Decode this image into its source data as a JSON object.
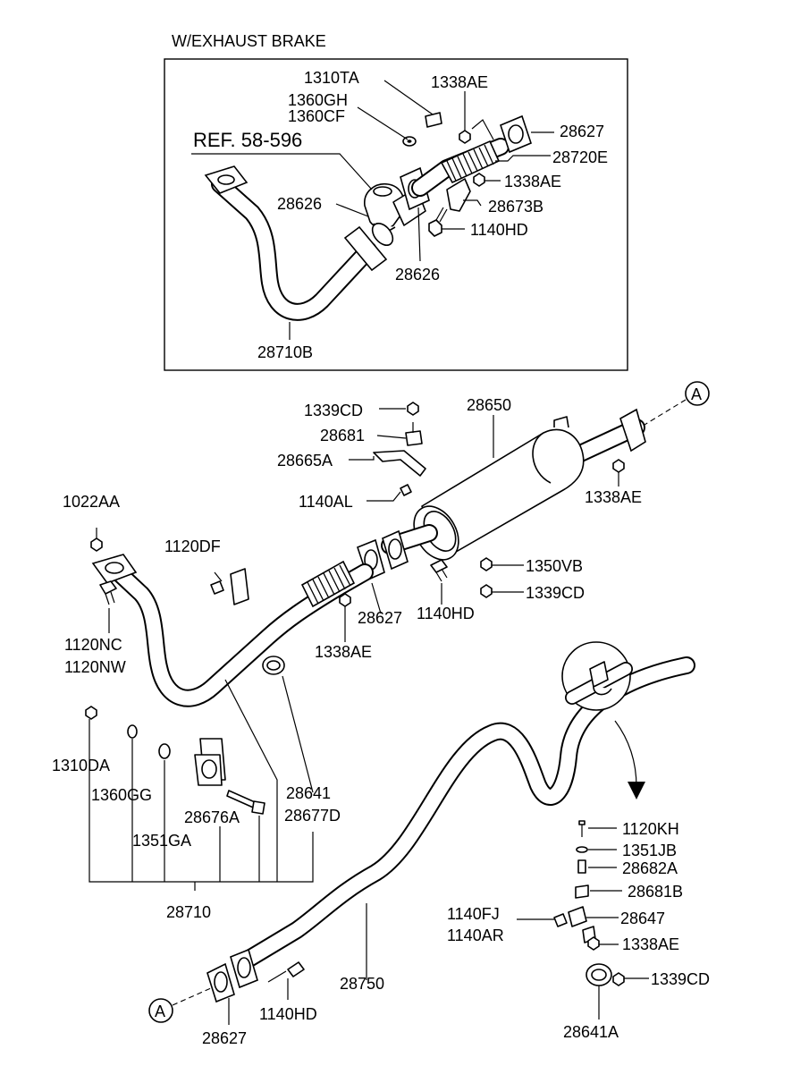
{
  "diagram": {
    "variant_title": "W/EXHAUST BRAKE",
    "ref_note": "REF. 58-596",
    "connector_marker": "A",
    "parts": {
      "p1310TA": "1310TA",
      "p1338AE_a": "1338AE",
      "p1360GH": "1360GH",
      "p1360CF": "1360CF",
      "p28627_a": "28627",
      "p28720E": "28720E",
      "p1338AE_b": "1338AE",
      "p28626_a": "28626",
      "p28673B": "28673B",
      "p1140HD_a": "1140HD",
      "p28626_b": "28626",
      "p28710B": "28710B",
      "p1339CD_a": "1339CD",
      "p28650": "28650",
      "p28681": "28681",
      "p28665A": "28665A",
      "p1140AL": "1140AL",
      "p1338AE_c": "1338AE",
      "p1022AA": "1022AA",
      "p1120DF": "1120DF",
      "p1350VB": "1350VB",
      "p1339CD_b": "1339CD",
      "p28627_b": "28627",
      "p1140HD_b": "1140HD",
      "p1120NC": "1120NC",
      "p1120NW": "1120NW",
      "p1338AE_d": "1338AE",
      "p1310DA": "1310DA",
      "p1360GG": "1360GG",
      "p1351GA": "1351GA",
      "p28676A": "28676A",
      "p28641": "28641",
      "p28677D": "28677D",
      "p28710": "28710",
      "p1120KH": "1120KH",
      "p1351JB": "1351JB",
      "p28682A": "28682A",
      "p28681B": "28681B",
      "p1140FJ": "1140FJ",
      "p1140AR": "1140AR",
      "p28647": "28647",
      "p1338AE_e": "1338AE",
      "p1339CD_c": "1339CD",
      "p28641A": "28641A",
      "p28750": "28750",
      "p1140HD_c": "1140HD",
      "p28627_c": "28627"
    }
  }
}
